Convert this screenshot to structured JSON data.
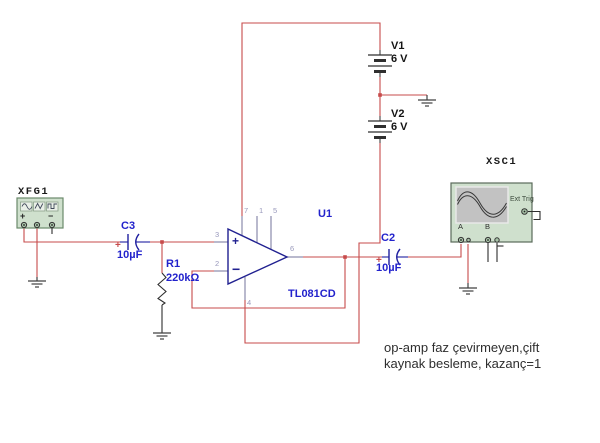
{
  "colors": {
    "wire_red": "#c74b4b",
    "symbol_navy": "#2020a0",
    "label_blue": "#2222cc",
    "symbol_dark": "#2f2f2f",
    "instrument_fill": "#cfe0cd",
    "instrument_border": "#6b8a6b",
    "scope_screen": "#c2c2c2"
  },
  "xfg1": {
    "label": "XFG1",
    "plus": "+",
    "minus": "−"
  },
  "v1": {
    "label": "V1",
    "value": "6 V"
  },
  "v2": {
    "label": "V2",
    "value": "6 V"
  },
  "c3": {
    "label": "C3",
    "value": "10µF",
    "polarity": "+"
  },
  "c2": {
    "label": "C2",
    "value": "10µF",
    "polarity": "+"
  },
  "r1": {
    "label": "R1",
    "value": "220kΩ"
  },
  "u1": {
    "label": "U1",
    "part": "TL081CD",
    "plus": "+",
    "minus": "−",
    "pin1": "1",
    "pin2": "2",
    "pin3": "3",
    "pin4": "4",
    "pin5": "5",
    "pin6": "6",
    "pin7": "7"
  },
  "xsc1": {
    "label": "XSC1",
    "ext_trig": "Ext Trig",
    "channel_a": "A",
    "channel_b": "B"
  },
  "annotation": {
    "line1": "op-amp faz çevirmeyen,çift",
    "line2": "kaynak besleme, kazanç=1"
  }
}
